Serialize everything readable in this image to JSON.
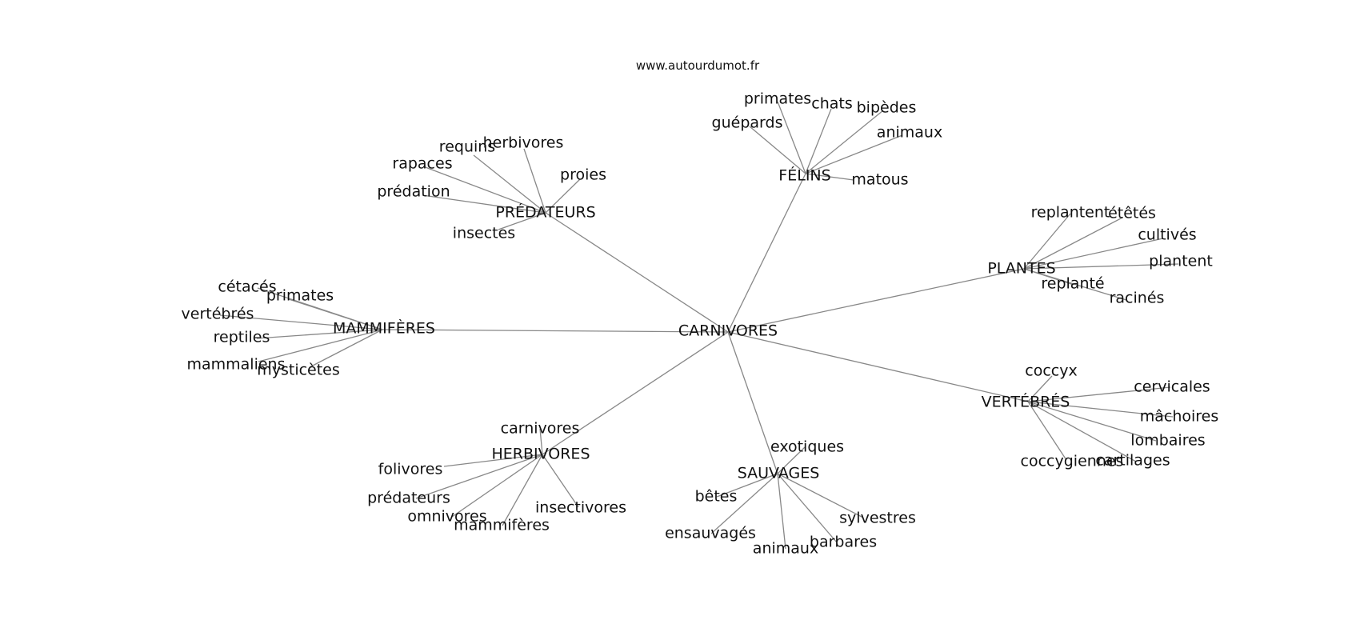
{
  "source": "www.autourdumot.fr",
  "center": {
    "id": "carnivores",
    "label": "CARNIVORES"
  },
  "hubs": [
    {
      "id": "predateurs",
      "label": "PRÉDATEURS",
      "leaves": [
        {
          "id": "requins",
          "label": "requins"
        },
        {
          "id": "herbivores",
          "label": "herbivores"
        },
        {
          "id": "rapaces",
          "label": "rapaces"
        },
        {
          "id": "proies",
          "label": "proies"
        },
        {
          "id": "predation",
          "label": "prédation"
        },
        {
          "id": "insectes",
          "label": "insectes"
        }
      ]
    },
    {
      "id": "felins",
      "label": "FÉLINS",
      "leaves": [
        {
          "id": "primates",
          "label": "primates"
        },
        {
          "id": "chats",
          "label": "chats"
        },
        {
          "id": "bipedes",
          "label": "bipèdes"
        },
        {
          "id": "guepards",
          "label": "guépards"
        },
        {
          "id": "animaux",
          "label": "animaux"
        },
        {
          "id": "matous",
          "label": "matous"
        }
      ]
    },
    {
      "id": "plantes",
      "label": "PLANTES",
      "leaves": [
        {
          "id": "replantent",
          "label": "replantent"
        },
        {
          "id": "etetes",
          "label": "étêtés"
        },
        {
          "id": "cultives",
          "label": "cultivés"
        },
        {
          "id": "plantent",
          "label": "plantent"
        },
        {
          "id": "replante",
          "label": "replanté"
        },
        {
          "id": "racines",
          "label": "racinés"
        }
      ]
    },
    {
      "id": "mammiferes",
      "label": "MAMMIFÈRES",
      "leaves": [
        {
          "id": "cetaces",
          "label": "cétacés"
        },
        {
          "id": "primates",
          "label": "primates"
        },
        {
          "id": "vertebres",
          "label": "vertébrés"
        },
        {
          "id": "reptiles",
          "label": "reptiles"
        },
        {
          "id": "mammaliens",
          "label": "mammaliens"
        },
        {
          "id": "mysticetes",
          "label": "mysticètes"
        }
      ]
    },
    {
      "id": "vertebres",
      "label": "VERTÉBRÉS",
      "leaves": [
        {
          "id": "coccyx",
          "label": "coccyx"
        },
        {
          "id": "cervicales",
          "label": "cervicales"
        },
        {
          "id": "machoires",
          "label": "mâchoires"
        },
        {
          "id": "lombaires",
          "label": "lombaires"
        },
        {
          "id": "coccygiennes",
          "label": "coccygiennes"
        },
        {
          "id": "cartilages",
          "label": "cartilages"
        }
      ]
    },
    {
      "id": "herbivores",
      "label": "HERBIVORES",
      "leaves": [
        {
          "id": "carnivores",
          "label": "carnivores"
        },
        {
          "id": "folivores",
          "label": "folivores"
        },
        {
          "id": "predateurs",
          "label": "prédateurs"
        },
        {
          "id": "omnivores",
          "label": "omnivores"
        },
        {
          "id": "mammiferes",
          "label": "mammifères"
        },
        {
          "id": "insectivores",
          "label": "insectivores"
        }
      ]
    },
    {
      "id": "sauvages",
      "label": "SAUVAGES",
      "leaves": [
        {
          "id": "exotiques",
          "label": "exotiques"
        },
        {
          "id": "betes",
          "label": "bêtes"
        },
        {
          "id": "sylvestres",
          "label": "sylvestres"
        },
        {
          "id": "ensauvages",
          "label": "ensauvagés"
        },
        {
          "id": "barbares",
          "label": "barbares"
        },
        {
          "id": "animaux",
          "label": "animaux"
        }
      ]
    }
  ]
}
